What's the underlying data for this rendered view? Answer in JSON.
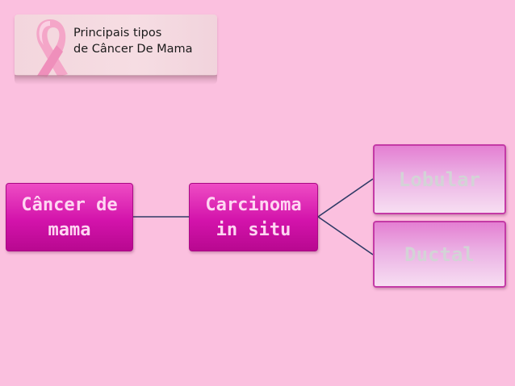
{
  "header": {
    "title_line1": "Principais tipos",
    "title_line2": "de Câncer De Mama"
  },
  "icons": {
    "banner": "pink-ribbon-icon"
  },
  "colors": {
    "background": "#fbc0df",
    "node_dark": "#d313ab",
    "node_light": "#ebb1e4",
    "connector": "#2f3a66"
  },
  "diagram": {
    "root": {
      "label_line1": "Câncer de",
      "label_line2": "mama"
    },
    "level1": {
      "label_line1": "Carcinoma",
      "label_line2": "in situ"
    },
    "level2": [
      {
        "label": "Lobular"
      },
      {
        "label": "Ductal"
      }
    ]
  }
}
